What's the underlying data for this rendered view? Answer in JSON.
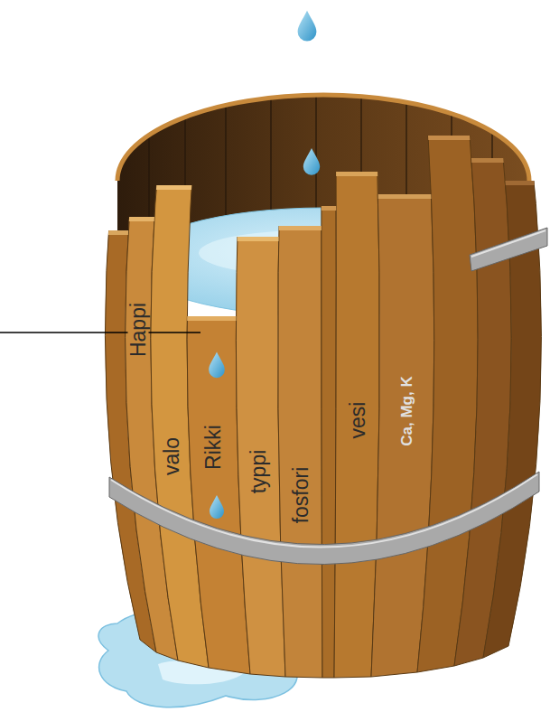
{
  "diagram": {
    "labels": [
      "Happi",
      "valo",
      "Rikki",
      "typpi",
      "fosfori",
      "vesi",
      "Ca, Mg, K"
    ]
  }
}
